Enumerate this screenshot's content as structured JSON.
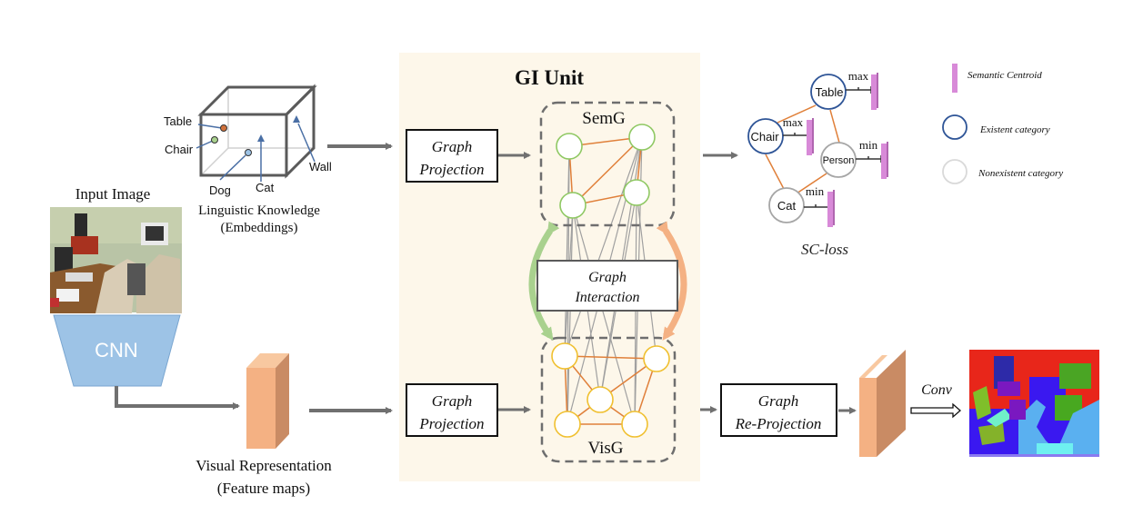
{
  "gi_unit": {
    "title": "GI Unit",
    "background_color": "#fdf7ea"
  },
  "input": {
    "label": "Input Image",
    "cnn_label": "CNN",
    "cnn_color": "#9dc3e6"
  },
  "linguistic": {
    "line1": "Linguistic Knowledge",
    "line2": "(Embeddings)",
    "points": [
      {
        "label": "Table",
        "marker": "circle",
        "color": "#d0703a"
      },
      {
        "label": "Chair",
        "marker": "circle",
        "color": "#a9d18e"
      },
      {
        "label": "Dog",
        "marker": "circle",
        "color": "#9dc3e6"
      },
      {
        "label": "Cat",
        "marker": "triangle",
        "color": "#4a6fa5"
      },
      {
        "label": "Wall",
        "marker": "triangle",
        "color": "#4a6fa5"
      }
    ]
  },
  "visual": {
    "line1": "Visual Representation",
    "line2": "(Feature maps)",
    "block_color": "#f4b183"
  },
  "boxes": {
    "graph_projection_top": {
      "line1": "Graph",
      "line2": "Projection"
    },
    "graph_projection_bottom": {
      "line1": "Graph",
      "line2": "Projection"
    },
    "graph_interaction": {
      "line1": "Graph",
      "line2": "Interaction"
    },
    "graph_reprojection": {
      "line1": "Graph",
      "line2": "Re-Projection"
    }
  },
  "semg": {
    "label": "SemG",
    "node_color": "#8fc863",
    "node_count": 4
  },
  "visg": {
    "label": "VisG",
    "node_color": "#f0c030",
    "node_count": 5
  },
  "edge_colors": {
    "intra": "#e0803a",
    "cross": "#a0a0a0",
    "semg_arrow": "#a9d18e",
    "visg_arrow": "#f4b183"
  },
  "sc_loss": {
    "label": "SC-loss",
    "nodes": [
      {
        "label": "Table",
        "type": "existent",
        "relation": "max"
      },
      {
        "label": "Chair",
        "type": "existent",
        "relation": "max"
      },
      {
        "label": "Person",
        "type": "nonexistent",
        "relation": "min"
      },
      {
        "label": "Cat",
        "type": "nonexistent",
        "relation": "min"
      }
    ]
  },
  "legend": {
    "items": [
      {
        "label": "Semantic Centroid",
        "symbol": "bar",
        "color": "#d88ad8"
      },
      {
        "label": "Existent category",
        "symbol": "circle",
        "color": "#2f5597"
      },
      {
        "label": "Nonexistent category",
        "symbol": "circle",
        "color": "#d9d9d9"
      }
    ]
  },
  "output": {
    "conv_label": "Conv"
  }
}
